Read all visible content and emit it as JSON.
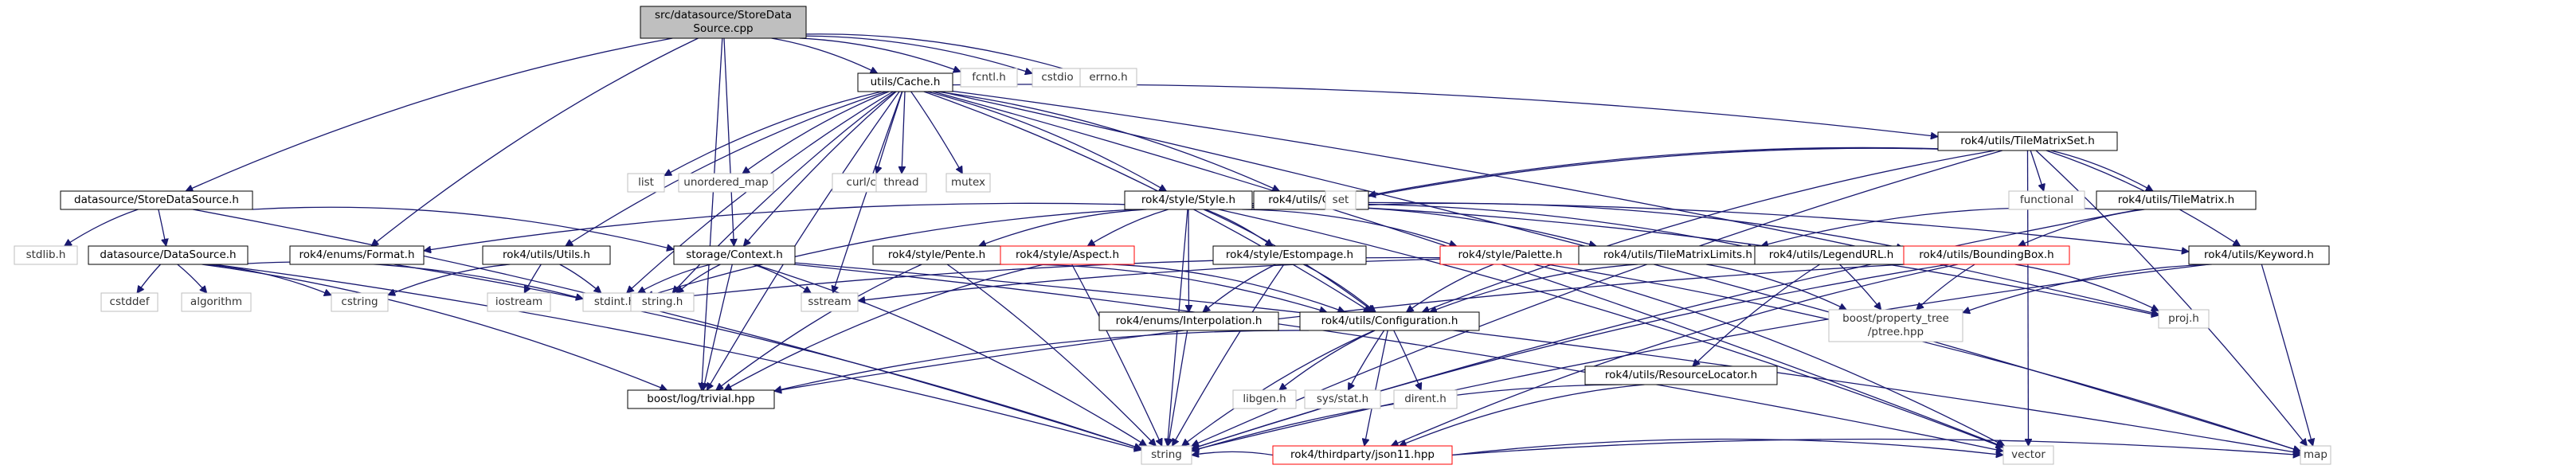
{
  "diagram": {
    "nodes": [
      {
        "id": "root",
        "lines": [
          "src/datasource/StoreData",
          "Source.cpp"
        ],
        "style": "root"
      },
      {
        "id": "store_ds_h",
        "lines": [
          "datasource/StoreDataSource.h"
        ],
        "style": "normal"
      },
      {
        "id": "cache_h",
        "lines": [
          "utils/Cache.h"
        ],
        "style": "normal"
      },
      {
        "id": "fcntl",
        "lines": [
          "fcntl.h"
        ],
        "style": "ext"
      },
      {
        "id": "cstdio",
        "lines": [
          "cstdio"
        ],
        "style": "ext"
      },
      {
        "id": "errno",
        "lines": [
          "errno.h"
        ],
        "style": "ext"
      },
      {
        "id": "list",
        "lines": [
          "list"
        ],
        "style": "ext"
      },
      {
        "id": "unordered_map",
        "lines": [
          "unordered_map"
        ],
        "style": "ext"
      },
      {
        "id": "curl",
        "lines": [
          "curl/curl.h"
        ],
        "style": "ext"
      },
      {
        "id": "thread",
        "lines": [
          "thread"
        ],
        "style": "ext"
      },
      {
        "id": "mutex",
        "lines": [
          "mutex"
        ],
        "style": "ext"
      },
      {
        "id": "tms_h",
        "lines": [
          "rok4/utils/TileMatrixSet.h"
        ],
        "style": "normal"
      },
      {
        "id": "style_h",
        "lines": [
          "rok4/style/Style.h"
        ],
        "style": "normal"
      },
      {
        "id": "crs_h",
        "lines": [
          "rok4/utils/CRS.h"
        ],
        "style": "normal"
      },
      {
        "id": "set",
        "lines": [
          "set"
        ],
        "style": "ext"
      },
      {
        "id": "functional",
        "lines": [
          "functional"
        ],
        "style": "ext"
      },
      {
        "id": "tm_h",
        "lines": [
          "rok4/utils/TileMatrix.h"
        ],
        "style": "normal"
      },
      {
        "id": "stdlib",
        "lines": [
          "stdlib.h"
        ],
        "style": "ext"
      },
      {
        "id": "ds_h",
        "lines": [
          "datasource/DataSource.h"
        ],
        "style": "normal"
      },
      {
        "id": "format_h",
        "lines": [
          "rok4/enums/Format.h"
        ],
        "style": "normal"
      },
      {
        "id": "utils_h",
        "lines": [
          "rok4/utils/Utils.h"
        ],
        "style": "normal"
      },
      {
        "id": "context_h",
        "lines": [
          "storage/Context.h"
        ],
        "style": "normal"
      },
      {
        "id": "pente_h",
        "lines": [
          "rok4/style/Pente.h"
        ],
        "style": "normal"
      },
      {
        "id": "aspect_h",
        "lines": [
          "rok4/style/Aspect.h"
        ],
        "style": "red"
      },
      {
        "id": "estompage_h",
        "lines": [
          "rok4/style/Estompage.h"
        ],
        "style": "normal"
      },
      {
        "id": "palette_h",
        "lines": [
          "rok4/style/Palette.h"
        ],
        "style": "red"
      },
      {
        "id": "tml_h",
        "lines": [
          "rok4/utils/TileMatrixLimits.h"
        ],
        "style": "normal"
      },
      {
        "id": "legend_h",
        "lines": [
          "rok4/utils/LegendURL.h"
        ],
        "style": "normal"
      },
      {
        "id": "bbox_h",
        "lines": [
          "rok4/utils/BoundingBox.h"
        ],
        "style": "red"
      },
      {
        "id": "keyword_h",
        "lines": [
          "rok4/utils/Keyword.h"
        ],
        "style": "normal"
      },
      {
        "id": "cstddef",
        "lines": [
          "cstddef"
        ],
        "style": "ext"
      },
      {
        "id": "algorithm",
        "lines": [
          "algorithm"
        ],
        "style": "ext"
      },
      {
        "id": "cstring",
        "lines": [
          "cstring"
        ],
        "style": "ext"
      },
      {
        "id": "iostream",
        "lines": [
          "iostream"
        ],
        "style": "ext"
      },
      {
        "id": "stdint",
        "lines": [
          "stdint.h"
        ],
        "style": "ext"
      },
      {
        "id": "string_h",
        "lines": [
          "string.h"
        ],
        "style": "ext"
      },
      {
        "id": "sstream",
        "lines": [
          "sstream"
        ],
        "style": "ext"
      },
      {
        "id": "interp_h",
        "lines": [
          "rok4/enums/Interpolation.h"
        ],
        "style": "normal"
      },
      {
        "id": "config_h",
        "lines": [
          "rok4/utils/Configuration.h"
        ],
        "style": "normal"
      },
      {
        "id": "ptree",
        "lines": [
          "boost/property_tree",
          "/ptree.hpp"
        ],
        "style": "ext"
      },
      {
        "id": "proj",
        "lines": [
          "proj.h"
        ],
        "style": "ext"
      },
      {
        "id": "resloc_h",
        "lines": [
          "rok4/utils/ResourceLocator.h"
        ],
        "style": "normal"
      },
      {
        "id": "boostlog",
        "lines": [
          "boost/log/trivial.hpp"
        ],
        "style": "normal"
      },
      {
        "id": "libgen",
        "lines": [
          "libgen.h"
        ],
        "style": "ext"
      },
      {
        "id": "sysstat",
        "lines": [
          "sys/stat.h"
        ],
        "style": "ext"
      },
      {
        "id": "dirent",
        "lines": [
          "dirent.h"
        ],
        "style": "ext"
      },
      {
        "id": "json11",
        "lines": [
          "rok4/thirdparty/json11.hpp"
        ],
        "style": "red"
      },
      {
        "id": "string",
        "lines": [
          "string"
        ],
        "style": "ext"
      },
      {
        "id": "vector",
        "lines": [
          "vector"
        ],
        "style": "ext"
      },
      {
        "id": "map",
        "lines": [
          "map"
        ],
        "style": "ext"
      }
    ],
    "edges": [
      [
        "root",
        "store_ds_h"
      ],
      [
        "root",
        "cache_h"
      ],
      [
        "root",
        "fcntl"
      ],
      [
        "root",
        "cstdio"
      ],
      [
        "root",
        "errno"
      ],
      [
        "root",
        "format_h"
      ],
      [
        "root",
        "context_h"
      ],
      [
        "root",
        "boostlog"
      ],
      [
        "store_ds_h",
        "stdlib"
      ],
      [
        "store_ds_h",
        "ds_h"
      ],
      [
        "store_ds_h",
        "context_h"
      ],
      [
        "store_ds_h",
        "string"
      ],
      [
        "ds_h",
        "cstddef"
      ],
      [
        "ds_h",
        "algorithm"
      ],
      [
        "ds_h",
        "cstring"
      ],
      [
        "ds_h",
        "stdint"
      ],
      [
        "ds_h",
        "string"
      ],
      [
        "ds_h",
        "boostlog"
      ],
      [
        "cache_h",
        "list"
      ],
      [
        "cache_h",
        "unordered_map"
      ],
      [
        "cache_h",
        "curl"
      ],
      [
        "cache_h",
        "thread"
      ],
      [
        "cache_h",
        "mutex"
      ],
      [
        "cache_h",
        "tms_h"
      ],
      [
        "cache_h",
        "style_h"
      ],
      [
        "cache_h",
        "crs_h"
      ],
      [
        "cache_h",
        "utils_h"
      ],
      [
        "cache_h",
        "context_h"
      ],
      [
        "cache_h",
        "sstream"
      ],
      [
        "cache_h",
        "string_h"
      ],
      [
        "cache_h",
        "boostlog"
      ],
      [
        "cache_h",
        "config_h"
      ],
      [
        "cache_h",
        "map"
      ],
      [
        "cache_h",
        "vector"
      ],
      [
        "cache_h",
        "proj"
      ],
      [
        "cache_h",
        "stdint"
      ],
      [
        "tms_h",
        "set"
      ],
      [
        "tms_h",
        "functional"
      ],
      [
        "tms_h",
        "tm_h"
      ],
      [
        "tms_h",
        "crs_h"
      ],
      [
        "tms_h",
        "keyword_h"
      ],
      [
        "tms_h",
        "config_h"
      ],
      [
        "tms_h",
        "map"
      ],
      [
        "tms_h",
        "vector"
      ],
      [
        "tms_h",
        "string"
      ],
      [
        "style_h",
        "format_h"
      ],
      [
        "style_h",
        "pente_h"
      ],
      [
        "style_h",
        "aspect_h"
      ],
      [
        "style_h",
        "estompage_h"
      ],
      [
        "style_h",
        "palette_h"
      ],
      [
        "style_h",
        "tml_h"
      ],
      [
        "style_h",
        "legend_h"
      ],
      [
        "style_h",
        "keyword_h"
      ],
      [
        "style_h",
        "interp_h"
      ],
      [
        "style_h",
        "config_h"
      ],
      [
        "style_h",
        "string"
      ],
      [
        "style_h",
        "vector"
      ],
      [
        "style_h",
        "stdint"
      ],
      [
        "crs_h",
        "bbox_h"
      ],
      [
        "crs_h",
        "proj"
      ],
      [
        "tm_h",
        "bbox_h"
      ],
      [
        "tm_h",
        "tml_h"
      ],
      [
        "tm_h",
        "string"
      ],
      [
        "format_h",
        "string"
      ],
      [
        "utils_h",
        "cstring"
      ],
      [
        "utils_h",
        "iostream"
      ],
      [
        "utils_h",
        "stdint"
      ],
      [
        "context_h",
        "stdint"
      ],
      [
        "context_h",
        "string_h"
      ],
      [
        "context_h",
        "sstream"
      ],
      [
        "context_h",
        "boostlog"
      ],
      [
        "context_h",
        "string"
      ],
      [
        "context_h",
        "vector"
      ],
      [
        "context_h",
        "map"
      ],
      [
        "pente_h",
        "string"
      ],
      [
        "pente_h",
        "boostlog"
      ],
      [
        "pente_h",
        "config_h"
      ],
      [
        "aspect_h",
        "string"
      ],
      [
        "aspect_h",
        "boostlog"
      ],
      [
        "aspect_h",
        "config_h"
      ],
      [
        "estompage_h",
        "interp_h"
      ],
      [
        "estompage_h",
        "config_h"
      ],
      [
        "estompage_h",
        "string"
      ],
      [
        "palette_h",
        "config_h"
      ],
      [
        "palette_h",
        "map"
      ],
      [
        "palette_h",
        "vector"
      ],
      [
        "tml_h",
        "config_h"
      ],
      [
        "tml_h",
        "ptree"
      ],
      [
        "tml_h",
        "stdint"
      ],
      [
        "legend_h",
        "resloc_h"
      ],
      [
        "legend_h",
        "ptree"
      ],
      [
        "legend_h",
        "sstream"
      ],
      [
        "bbox_h",
        "ptree"
      ],
      [
        "bbox_h",
        "proj"
      ],
      [
        "bbox_h",
        "json11"
      ],
      [
        "bbox_h",
        "string"
      ],
      [
        "bbox_h",
        "boostlog"
      ],
      [
        "keyword_h",
        "ptree"
      ],
      [
        "keyword_h",
        "map"
      ],
      [
        "keyword_h",
        "string"
      ],
      [
        "interp_h",
        "string"
      ],
      [
        "config_h",
        "boostlog"
      ],
      [
        "config_h",
        "libgen"
      ],
      [
        "config_h",
        "sysstat"
      ],
      [
        "config_h",
        "dirent"
      ],
      [
        "config_h",
        "json11"
      ],
      [
        "config_h",
        "string"
      ],
      [
        "resloc_h",
        "json11"
      ],
      [
        "resloc_h",
        "string"
      ],
      [
        "json11",
        "string"
      ],
      [
        "json11",
        "vector"
      ],
      [
        "json11",
        "map"
      ]
    ]
  }
}
